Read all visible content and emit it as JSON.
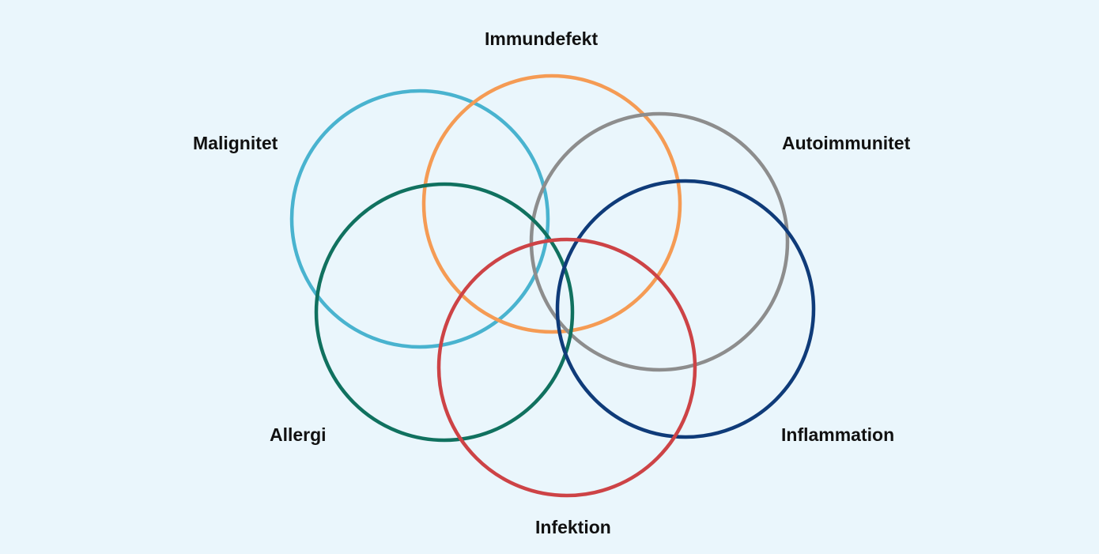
{
  "sets": [
    {
      "id": "immundefekt",
      "label": "Immundefekt",
      "color": "#f59b54"
    },
    {
      "id": "malignitet",
      "label": "Malignitet",
      "color": "#49b3cf"
    },
    {
      "id": "autoimmunitet",
      "label": "Autoimmunitet",
      "color": "#8d8d8d"
    },
    {
      "id": "allergi",
      "label": "Allergi",
      "color": "#10715f"
    },
    {
      "id": "inflammation",
      "label": "Inflammation",
      "color": "#0f3b79"
    },
    {
      "id": "infektion",
      "label": "Infektion",
      "color": "#cd4346"
    }
  ],
  "background_color": "#eaf6fc"
}
